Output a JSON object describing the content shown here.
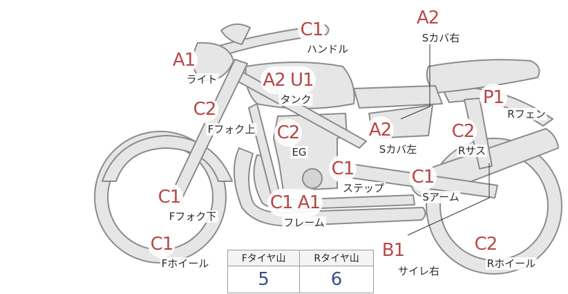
{
  "parts": [
    {
      "id": "light",
      "grade": "A1",
      "label": "ライト"
    },
    {
      "id": "handle",
      "grade": "C1",
      "label": "ハンドル"
    },
    {
      "id": "tank",
      "grade": "A2 U1",
      "label": "タンク"
    },
    {
      "id": "f-fork-upper",
      "grade": "C2",
      "label": "Fフォク上"
    },
    {
      "id": "engine",
      "grade": "C2",
      "label": "EG"
    },
    {
      "id": "s-cover-right",
      "grade": "A2",
      "label": "Sカバ右"
    },
    {
      "id": "s-cover-left",
      "grade": "A2",
      "label": "Sカバ左"
    },
    {
      "id": "r-fender",
      "grade": "P1",
      "label": "Rフェン"
    },
    {
      "id": "r-sus",
      "grade": "C2",
      "label": "Rサス"
    },
    {
      "id": "step",
      "grade": "C1",
      "label": "ステップ"
    },
    {
      "id": "s-arm",
      "grade": "C1",
      "label": "Sアーム"
    },
    {
      "id": "frame",
      "grade": "C1 A1",
      "label": "フレーム"
    },
    {
      "id": "f-fork-lower",
      "grade": "C1",
      "label": "Fフォク下"
    },
    {
      "id": "f-wheel",
      "grade": "C1",
      "label": "Fホイール"
    },
    {
      "id": "silencer-right",
      "grade": "B1",
      "label": "サイレ右"
    },
    {
      "id": "r-wheel",
      "grade": "C2",
      "label": "Rホイール"
    }
  ],
  "tyre_tread": {
    "front_label": "Fタイヤ山",
    "rear_label": "Rタイヤ山",
    "front_value": "5",
    "rear_value": "6"
  }
}
